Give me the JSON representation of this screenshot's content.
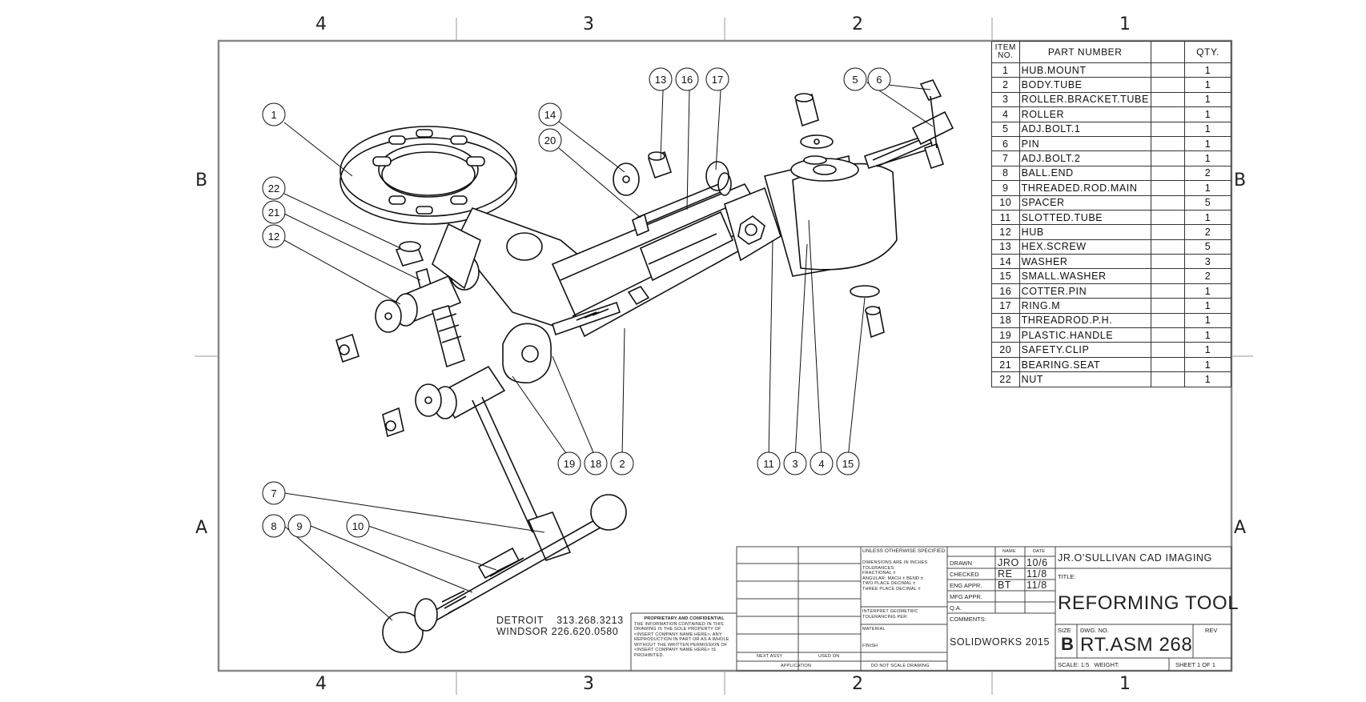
{
  "zones": {
    "columns": [
      "4",
      "3",
      "2",
      "1"
    ],
    "rows": [
      "B",
      "A"
    ]
  },
  "balloons": [
    "1",
    "22",
    "21",
    "12",
    "14",
    "20",
    "13",
    "16",
    "17",
    "5",
    "6",
    "19",
    "18",
    "2",
    "11",
    "3",
    "4",
    "15",
    "7",
    "8",
    "9",
    "10"
  ],
  "bom": {
    "headers": {
      "item_no": "ITEM NO.",
      "part_number": "PART NUMBER",
      "qty": "QTY."
    },
    "rows": [
      {
        "item": "1",
        "part": "HUB.MOUNT",
        "qty": "1"
      },
      {
        "item": "2",
        "part": "BODY.TUBE",
        "qty": "1"
      },
      {
        "item": "3",
        "part": "ROLLER.BRACKET.TUBE",
        "qty": "1"
      },
      {
        "item": "4",
        "part": "ROLLER",
        "qty": "1"
      },
      {
        "item": "5",
        "part": "ADJ.BOLT.1",
        "qty": "1"
      },
      {
        "item": "6",
        "part": "PIN",
        "qty": "1"
      },
      {
        "item": "7",
        "part": "ADJ.BOLT.2",
        "qty": "1"
      },
      {
        "item": "8",
        "part": "BALL.END",
        "qty": "2"
      },
      {
        "item": "9",
        "part": "THREADED.ROD.MAIN",
        "qty": "1"
      },
      {
        "item": "10",
        "part": "SPACER",
        "qty": "5"
      },
      {
        "item": "11",
        "part": "SLOTTED.TUBE",
        "qty": "1"
      },
      {
        "item": "12",
        "part": "HUB",
        "qty": "2"
      },
      {
        "item": "13",
        "part": "HEX.SCREW",
        "qty": "5"
      },
      {
        "item": "14",
        "part": "WASHER",
        "qty": "3"
      },
      {
        "item": "15",
        "part": "SMALL.WASHER",
        "qty": "2"
      },
      {
        "item": "16",
        "part": "COTTER.PIN",
        "qty": "1"
      },
      {
        "item": "17",
        "part": "RING.M",
        "qty": "1"
      },
      {
        "item": "18",
        "part": "THREADROD.P.H.",
        "qty": "1"
      },
      {
        "item": "19",
        "part": "PLASTIC.HANDLE",
        "qty": "1"
      },
      {
        "item": "20",
        "part": "SAFETY.CLIP",
        "qty": "1"
      },
      {
        "item": "21",
        "part": "BEARING.SEAT",
        "qty": "1"
      },
      {
        "item": "22",
        "part": "NUT",
        "qty": "1"
      }
    ]
  },
  "contact": {
    "line1": "DETROIT    313.268.3213",
    "line2": "WINDSOR 226.620.0580"
  },
  "title_block": {
    "company": "JR.O'SULLIVAN CAD IMAGING",
    "title_label": "TITLE:",
    "title": "REFORMING TOOL",
    "size_label": "SIZE",
    "size": "B",
    "dwg_label": "DWG.  NO.",
    "dwg_no": "RT.ASM 268",
    "rev_label": "REV",
    "scale": "SCALE: 1:5   WEIGHT:",
    "sheet": "SHEET 1 OF 1",
    "software": "SOLIDWORKS 2015",
    "unless": "UNLESS OTHERWISE SPECIFIED:",
    "name_hdr": "NAME",
    "date_hdr": "DATE",
    "dims": [
      "DIMENSIONS ARE IN INCHES",
      "TOLERANCES:",
      "FRACTIONAL ±",
      "ANGULAR: MACH ±  BEND ±",
      "TWO PLACE DECIMAL  ±",
      "THREE PLACE DECIMAL  ±"
    ],
    "interpret": [
      "INTERPRET GEOMETRIC",
      "TOLERANCING PER:"
    ],
    "material": "MATERIAL",
    "finish": "FINISH",
    "next_assy": "NEXT ASSY",
    "used_on": "USED ON",
    "application": "APPLICATION",
    "do_not_scale": "DO NOT SCALE DRAWING",
    "proprietary_head": "PROPRIETARY AND CONFIDENTIAL",
    "proprietary": [
      "THE INFORMATION CONTAINED IN THIS",
      "DRAWING IS THE SOLE PROPERTY OF",
      "<INSERT COMPANY NAME HERE>.  ANY",
      "REPRODUCTION IN PART OR AS A WHOLE",
      "WITHOUT THE WRITTEN PERMISSION OF",
      "<INSERT COMPANY NAME HERE> IS",
      "PROHIBITED."
    ],
    "approvals": [
      {
        "label": "DRAWN",
        "name": "JRO",
        "date": "10/6"
      },
      {
        "label": "CHECKED",
        "name": "RE",
        "date": "11/8"
      },
      {
        "label": "ENG APPR.",
        "name": "BT",
        "date": "11/8"
      },
      {
        "label": "MFG APPR.",
        "name": "",
        "date": ""
      },
      {
        "label": "Q.A.",
        "name": "",
        "date": ""
      }
    ],
    "comments": "COMMENTS:"
  }
}
